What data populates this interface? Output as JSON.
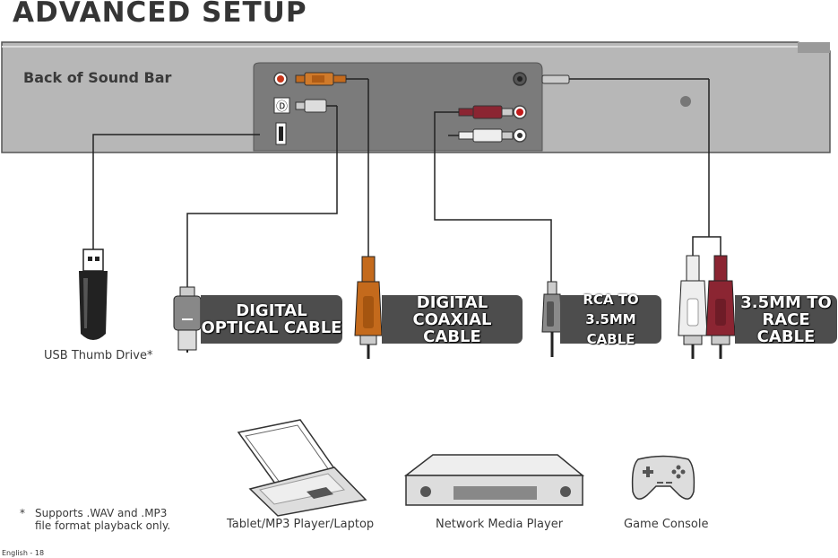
{
  "title": "ADVANCED SETUP",
  "sound_bar_label": "Back of Sound Bar",
  "cables": [
    {
      "line1": "DIGITAL",
      "line2": "OPTICAL CABLE"
    },
    {
      "line1": "DIGITAL",
      "line2": "COAXIAL CABLE"
    },
    {
      "line1": "RCA TO",
      "line2": "3.5MM CABLE"
    },
    {
      "line1": "3.5MM TO",
      "line2": "RACE CABLE"
    }
  ],
  "usb_caption": "USB Thumb Drive*",
  "devices": [
    "Tablet/MP3 Player/Laptop",
    "Network Media Player",
    "Game Console"
  ],
  "footnote": {
    "mark": "*",
    "line1": "Supports .WAV and .MP3",
    "line2": "file format playback only."
  },
  "page_label": "English - 18",
  "colors": {
    "coaxial": "#c46a1c",
    "red_rca": "#8b2532",
    "white_rca": "#eeeeee",
    "panel": "#7a7a7a",
    "bar": "#b5b5b5",
    "label_bg": "#4d4d4d"
  }
}
